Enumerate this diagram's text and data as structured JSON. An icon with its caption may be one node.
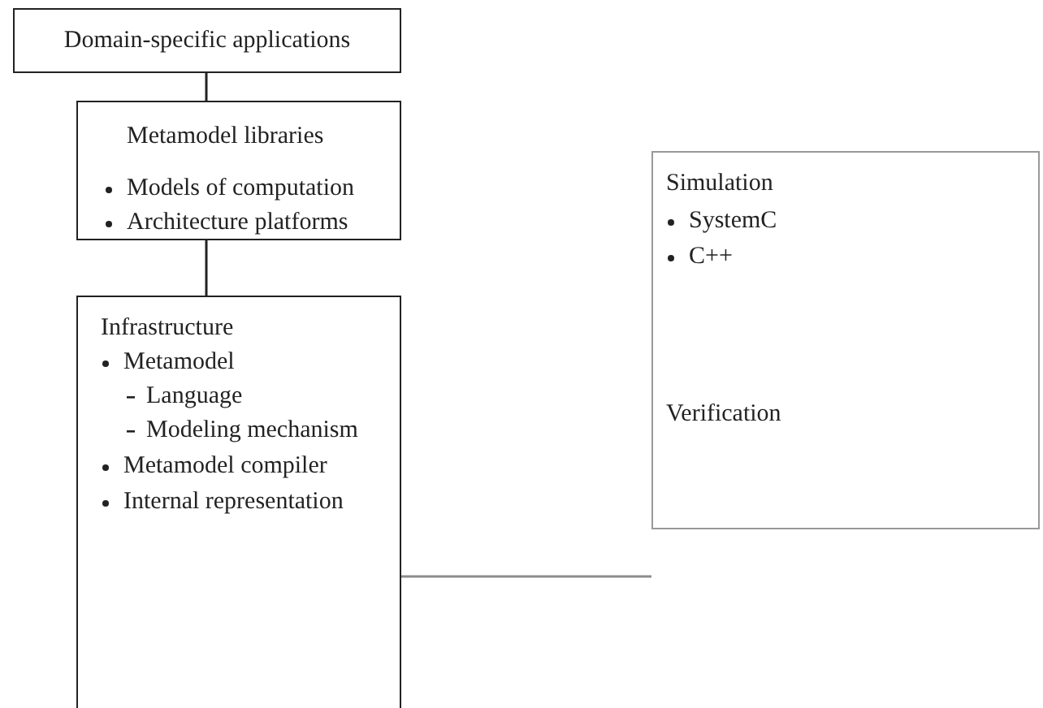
{
  "diagram": {
    "nodes": [
      {
        "text": [
          "Domain-specific applications"
        ]
      },
      {
        "text": [
          "Metamodel libraries",
          "Models of computation",
          "Architecture platforms"
        ]
      },
      {
        "text": [
          "Infrastructure",
          "Metamodel",
          "Language",
          "Modeling mechanism",
          "Metamodel compiler",
          "Internal representation"
        ]
      },
      {
        "text": [
          "Simulation",
          "SystemC",
          "C++",
          "Verification"
        ]
      }
    ],
    "edges": [
      {
        "from": 0,
        "to": 1,
        "arrow": "none"
      },
      {
        "from": 1,
        "to": 2,
        "arrow": "none"
      },
      {
        "from": 2,
        "to": 3,
        "arrow": "none",
        "color": "#8c8c8c"
      }
    ]
  }
}
